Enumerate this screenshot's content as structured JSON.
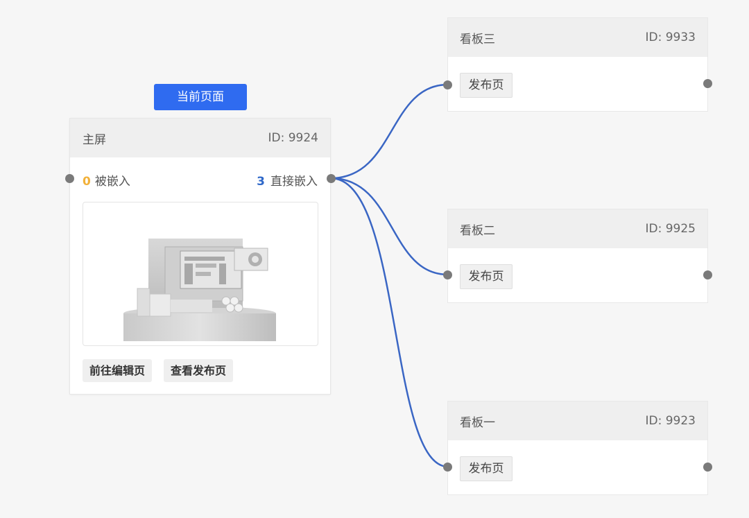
{
  "current_page_tag": "当前页面",
  "main_node": {
    "title": "主屏",
    "id_text": "ID: 9924",
    "embedded_by_count": "0",
    "embedded_by_label": "被嵌入",
    "direct_embed_count": "3",
    "direct_embed_label": "直接嵌入",
    "buttons": {
      "edit_label": "前往编辑页",
      "view_publish_label": "查看发布页"
    }
  },
  "boards": [
    {
      "title": "看板三",
      "id_text": "ID: 9933",
      "publish_label": "发布页"
    },
    {
      "title": "看板二",
      "id_text": "ID: 9925",
      "publish_label": "发布页"
    },
    {
      "title": "看板一",
      "id_text": "ID: 9923",
      "publish_label": "发布页"
    }
  ],
  "colors": {
    "accent_blue": "#2f6bf0",
    "link_line": "#3a66c4",
    "orange_count": "#f2b13a",
    "blue_count": "#2f68c9",
    "port_gray": "#7a7a7a"
  }
}
